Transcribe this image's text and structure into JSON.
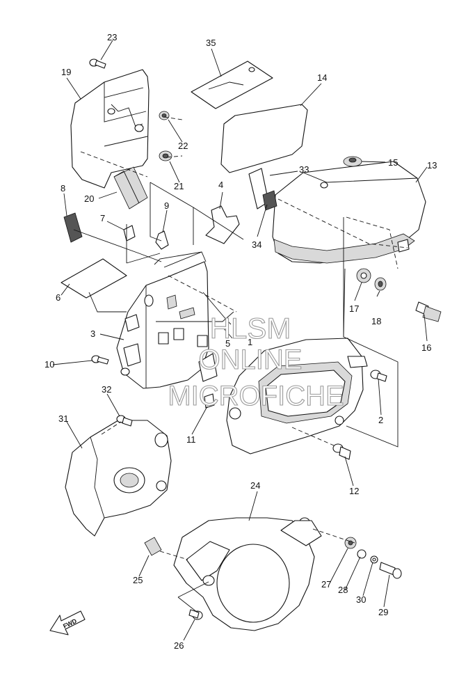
{
  "callouts": [
    "1",
    "2",
    "3",
    "4",
    "5",
    "6",
    "7",
    "8",
    "9",
    "10",
    "11",
    "12",
    "13",
    "14",
    "15",
    "16",
    "17",
    "18",
    "19",
    "20",
    "21",
    "22",
    "23",
    "24",
    "25",
    "26",
    "27",
    "28",
    "29",
    "30",
    "31",
    "32",
    "33",
    "34",
    "35"
  ],
  "watermark": {
    "line1": "HLSM",
    "line2": "ONLINE",
    "line3": "MICROFICHE"
  },
  "direction_label": "FWD",
  "colors": {
    "ink": "#111111",
    "watermark_outline": "#9a9a9a",
    "background": "#ffffff"
  }
}
